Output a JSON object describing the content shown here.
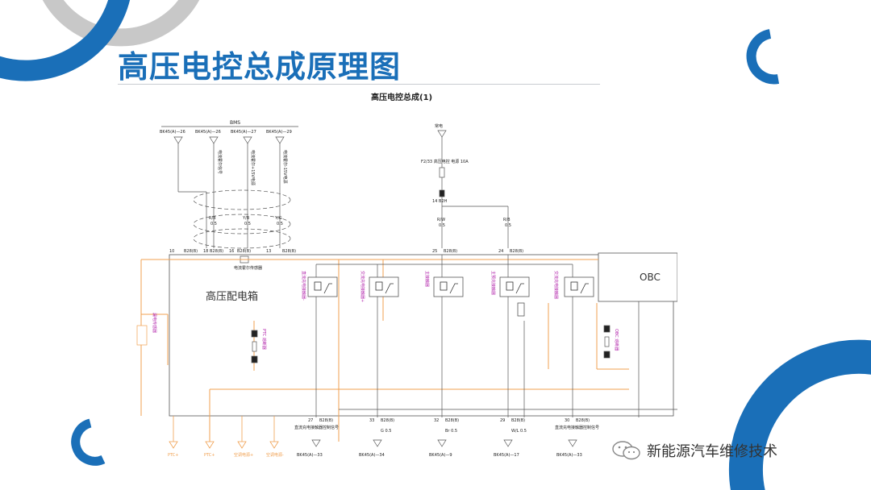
{
  "slide": {
    "title": "高压电控总成原理图",
    "watermark": "新能源汽车维修技术"
  },
  "diagram": {
    "heading": "高压电控总成(1)",
    "bms_label": "BMS",
    "bms_pins": [
      "BK45(A)—26",
      "BK45(A)—26",
      "BK45(A)—27",
      "BK45(A)—29"
    ],
    "bms_vertical_labels": [
      "电流霍尔信号",
      "电流霍尔+15V电源",
      "电流霍尔-15V电源"
    ],
    "wire_labels_left": [
      {
        "color": "R/B",
        "size": "0.5"
      },
      {
        "color": "Y/B",
        "size": "0.5"
      },
      {
        "color": "Y/G",
        "size": "0.5"
      }
    ],
    "connector_row_left": [
      "10",
      "B28(B)",
      "18",
      "B28(B)",
      "16",
      "B28(B)",
      "13",
      "B28(B)"
    ],
    "hall_sensor_label": "电流霍尔传感器",
    "dc_power_label": "常电",
    "fuse_label": "F2/33 高压电控 电源 10A",
    "connector_b2h": "14 B2H",
    "wire_labels_right": [
      {
        "color": "R/W",
        "size": "0.5"
      },
      {
        "color": "R/B",
        "size": "0.5"
      }
    ],
    "connector_row_right": [
      {
        "pin": "25",
        "conn": "B28(B)"
      },
      {
        "pin": "24",
        "conn": "B28(B)"
      }
    ],
    "box_label": "高压配电箱",
    "obc_label": "OBC",
    "relay_labels": [
      "直流充电接触器-",
      "交流充电接触器+",
      "主接触器",
      "主预充接触器",
      "交流充电接触器"
    ],
    "left_fuse_label": "漏电传感器",
    "ptc_fuse_label": "PTC 熔断器",
    "obc_fuse_label": "OBC 熔断器",
    "bottom_connectors": [
      {
        "pin": "27",
        "conn": "B28(B)",
        "label": "直流充电接触器控制信号"
      },
      {
        "pin": "33",
        "conn": "B28(B)",
        "label": "G 0.5"
      },
      {
        "pin": "32",
        "conn": "B28(B)",
        "label": "Br 0.5"
      },
      {
        "pin": "29",
        "conn": "B28(B)",
        "label": "W/L 0.5"
      },
      {
        "pin": "30",
        "conn": "B28(B)",
        "label": "直流充电接触器控制信号"
      }
    ],
    "bottom_pins": [
      "BK45(A)—33",
      "BK45(A)—34",
      "BK45(A)—9",
      "BK45(A)—17",
      "BK45(A)—33"
    ],
    "bottom_terminals": [
      "PTC+",
      "PTC+",
      "空调电源+",
      "空调电源-"
    ],
    "colors": {
      "orange": "#f0a050",
      "wire": "#555555",
      "purple": "#b01ea9",
      "accent_blue": "#1a6fb8"
    }
  }
}
